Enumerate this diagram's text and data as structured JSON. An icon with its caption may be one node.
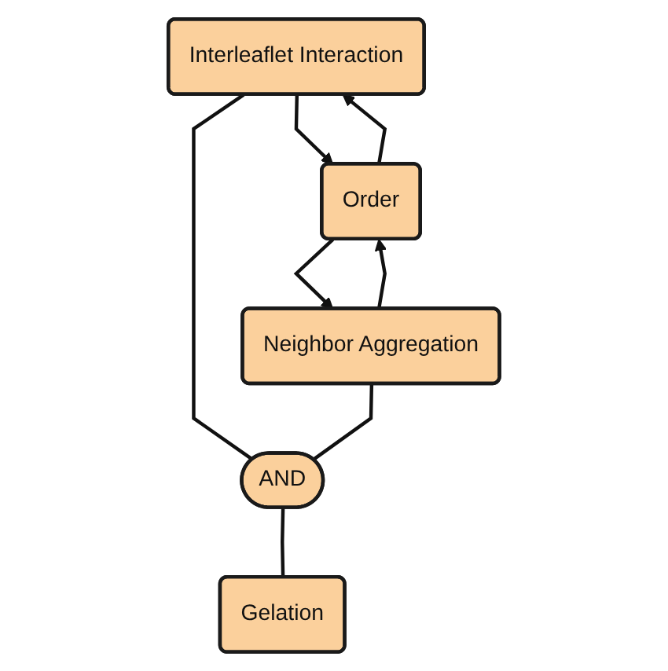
{
  "diagram": {
    "nodes": [
      {
        "text": [
          "Interleaflet Interaction"
        ]
      },
      {
        "text": [
          "Order"
        ]
      },
      {
        "text": [
          "Neighbor Aggregation"
        ]
      },
      {
        "text": [
          "AND"
        ]
      },
      {
        "text": [
          "Gelation"
        ]
      }
    ],
    "edges": [
      {
        "from": 0,
        "to": 1,
        "arrow": "to"
      },
      {
        "from": 1,
        "to": 0,
        "arrow": "to"
      },
      {
        "from": 1,
        "to": 2,
        "arrow": "to"
      },
      {
        "from": 2,
        "to": 1,
        "arrow": "to"
      },
      {
        "from": 0,
        "to": 3,
        "arrow": "none"
      },
      {
        "from": 2,
        "to": 3,
        "arrow": "none"
      },
      {
        "from": 3,
        "to": 4,
        "arrow": "none"
      }
    ]
  }
}
